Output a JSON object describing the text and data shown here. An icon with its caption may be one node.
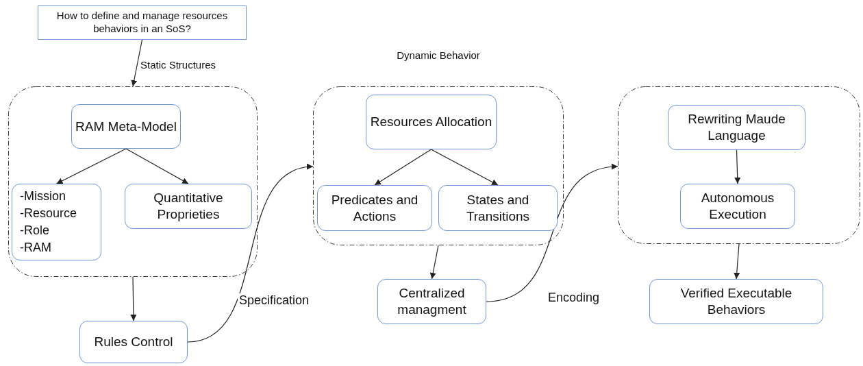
{
  "diagram": {
    "nodes": [
      {
        "text": [
          "How to define and manage resources behaviors in an SoS?"
        ]
      },
      {
        "text": [],
        "shape": "box"
      },
      {
        "text": [
          "RAM Meta-Model"
        ],
        "in": 1
      },
      {
        "text": [
          "-Mission",
          "-Resource",
          "-Role",
          "-RAM"
        ],
        "in": 1
      },
      {
        "text": [
          "Quantitative Proprieties"
        ],
        "in": 1
      },
      {
        "text": [
          "Rules Control"
        ]
      },
      {
        "text": [
          "Dynamic Behavior"
        ]
      },
      {
        "text": [
          "Resources Allocation"
        ],
        "in": 6
      },
      {
        "text": [
          "Predicates and Actions"
        ],
        "in": 6
      },
      {
        "text": [
          "States and Transitions"
        ],
        "in": 6
      },
      {
        "text": [
          "Centralized managment"
        ]
      },
      {
        "text": [],
        "shape": "box"
      },
      {
        "text": [
          "Rewriting Maude Language"
        ],
        "in": 11
      },
      {
        "text": [
          "Autonomous Execution"
        ],
        "in": 11
      },
      {
        "text": [
          "Verified Executable Behaviors"
        ]
      }
    ],
    "edges": [
      {
        "from": 0,
        "to": 1,
        "arrow": "to",
        "label": "Static Structures"
      },
      {
        "from": 2,
        "to": 3,
        "arrow": "to"
      },
      {
        "from": 2,
        "to": 4,
        "arrow": "to"
      },
      {
        "from": 1,
        "to": 5,
        "arrow": "to"
      },
      {
        "from": 5,
        "to": 6,
        "arrow": "to",
        "label": "Specification"
      },
      {
        "from": 7,
        "to": 8,
        "arrow": "to"
      },
      {
        "from": 7,
        "to": 9,
        "arrow": "to"
      },
      {
        "from": 6,
        "to": 10,
        "arrow": "to"
      },
      {
        "from": 10,
        "to": 11,
        "arrow": "to",
        "label": "Encoding"
      },
      {
        "from": 12,
        "to": 13,
        "arrow": "to"
      },
      {
        "from": 11,
        "to": 14,
        "arrow": "to"
      }
    ]
  }
}
